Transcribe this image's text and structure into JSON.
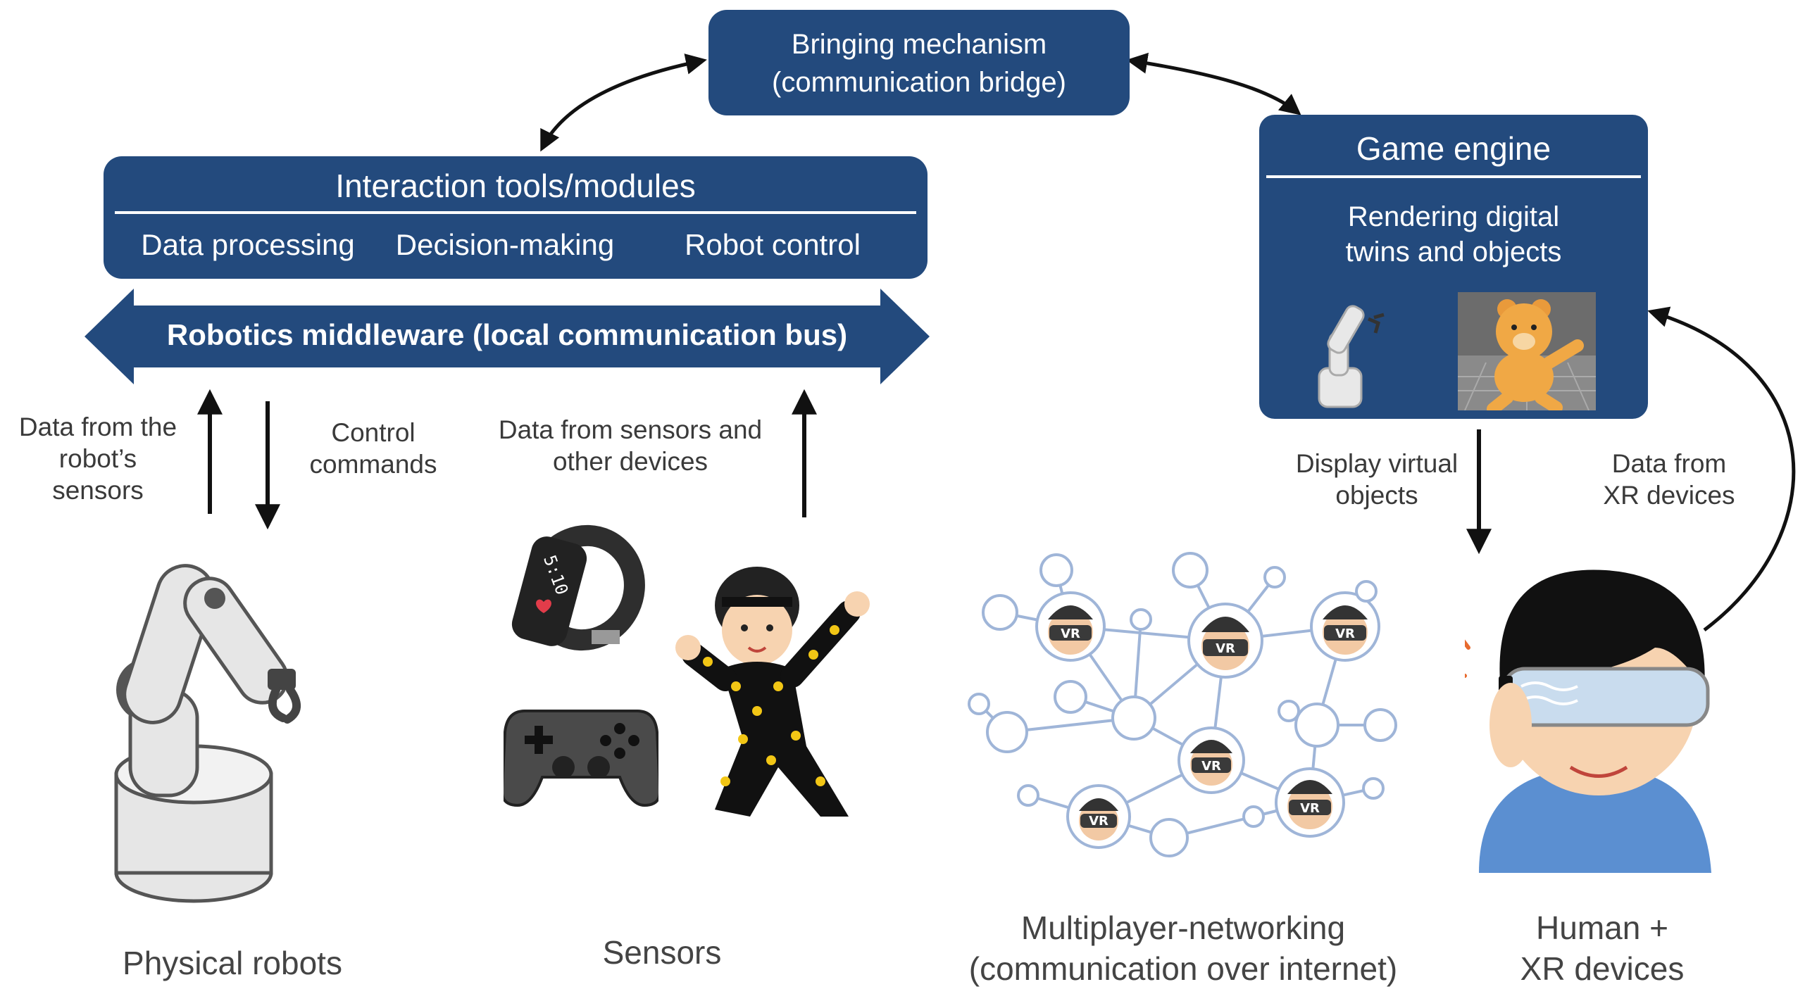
{
  "bridge": {
    "line1": "Bringing mechanism",
    "line2": "(communication bridge)"
  },
  "interaction": {
    "title": "Interaction tools/modules",
    "items": [
      "Data processing",
      "Decision-making",
      "Robot control"
    ]
  },
  "middleware": {
    "label": "Robotics middleware (local communication bus)"
  },
  "game_engine": {
    "title": "Game engine",
    "line1": "Rendering digital",
    "line2": "twins and objects"
  },
  "labels": {
    "robot_data": [
      "Data from the",
      "robot’s",
      "sensors"
    ],
    "control": [
      "Control",
      "commands"
    ],
    "sensor_data": [
      "Data from sensors and",
      "other devices"
    ],
    "display": [
      "Display virtual",
      "objects"
    ],
    "xr_data": [
      "Data from",
      "XR devices"
    ]
  },
  "captions": {
    "robots": "Physical robots",
    "sensors": "Sensors",
    "multiplayer": [
      "Multiplayer-networking",
      "(communication over internet)"
    ],
    "human": [
      "Human +",
      "XR devices"
    ]
  },
  "icon_text": {
    "vr": "VR",
    "watch_time": "5:10"
  },
  "colors": {
    "box": "#234a7d",
    "arrow": "#111111",
    "text": "#3a3a3a"
  }
}
